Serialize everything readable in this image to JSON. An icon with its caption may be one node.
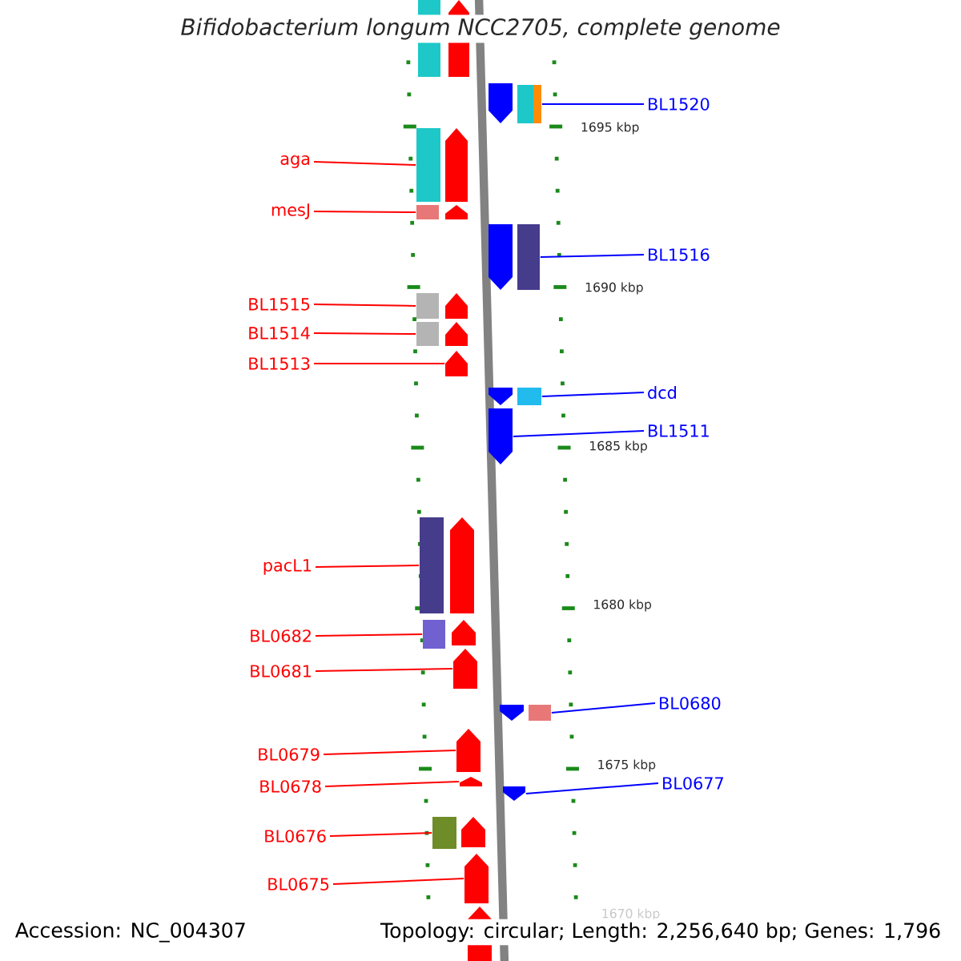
{
  "diagram": {
    "title": "*Bifidobacterium longum* NCC2705, complete genome",
    "nodes": [
      {
        "text": [
          "BL1520"
        ]
      },
      {
        "text": [],
        "shape": "bar"
      },
      {
        "text": [
          "aga"
        ]
      },
      {
        "text": [],
        "shape": "bar"
      },
      {
        "text": [
          "mesJ"
        ]
      },
      {
        "text": [],
        "shape": "bar"
      },
      {
        "text": [
          "BL1516"
        ]
      },
      {
        "text": [],
        "shape": "bar"
      },
      {
        "text": [
          "BL1515"
        ]
      },
      {
        "text": [],
        "shape": "bar"
      },
      {
        "text": [
          "BL1514"
        ]
      },
      {
        "text": [],
        "shape": "bar"
      },
      {
        "text": [
          "BL1513"
        ]
      },
      {
        "text": [],
        "shape": "arrow"
      },
      {
        "text": [
          "dcd"
        ]
      },
      {
        "text": [],
        "shape": "bar"
      },
      {
        "text": [
          "BL1511"
        ]
      },
      {
        "text": [],
        "shape": "arrow"
      },
      {
        "text": [
          "pacL1"
        ]
      },
      {
        "text": [],
        "shape": "bar"
      },
      {
        "text": [
          "BL0682"
        ]
      },
      {
        "text": [],
        "shape": "bar"
      },
      {
        "text": [
          "BL0681"
        ]
      },
      {
        "text": [],
        "shape": "arrow"
      },
      {
        "text": [
          "BL0680"
        ]
      },
      {
        "text": [],
        "shape": "bar"
      },
      {
        "text": [
          "BL0679"
        ]
      },
      {
        "text": [],
        "shape": "arrow"
      },
      {
        "text": [
          "BL0678"
        ]
      },
      {
        "text": [],
        "shape": "arrow"
      },
      {
        "text": [
          "BL0677"
        ]
      },
      {
        "text": [],
        "shape": "arrow"
      },
      {
        "text": [
          "BL0676"
        ]
      },
      {
        "text": [],
        "shape": "bar"
      },
      {
        "text": [
          "BL0675"
        ]
      },
      {
        "text": [],
        "shape": "arrow"
      }
    ],
    "edges": [
      {
        "from": 0,
        "to": 1,
        "arrow": "none",
        "color": "#0000ff"
      },
      {
        "from": 2,
        "to": 3,
        "arrow": "none"
      },
      {
        "from": 4,
        "to": 5,
        "arrow": "none"
      },
      {
        "from": 6,
        "to": 7,
        "arrow": "none",
        "color": "#0000ff"
      },
      {
        "from": 8,
        "to": 9,
        "arrow": "none"
      },
      {
        "from": 10,
        "to": 11,
        "arrow": "none"
      },
      {
        "from": 12,
        "to": 13,
        "arrow": "none"
      },
      {
        "from": 14,
        "to": 15,
        "arrow": "none",
        "color": "#0000ff"
      },
      {
        "from": 16,
        "to": 17,
        "arrow": "none",
        "color": "#0000ff"
      },
      {
        "from": 18,
        "to": 19,
        "arrow": "none"
      },
      {
        "from": 20,
        "to": 21,
        "arrow": "none"
      },
      {
        "from": 22,
        "to": 23,
        "arrow": "none"
      },
      {
        "from": 24,
        "to": 25,
        "arrow": "none",
        "color": "#0000ff"
      },
      {
        "from": 26,
        "to": 27,
        "arrow": "none"
      },
      {
        "from": 28,
        "to": 29,
        "arrow": "none"
      },
      {
        "from": 30,
        "to": 31,
        "arrow": "none",
        "color": "#0000ff"
      },
      {
        "from": 32,
        "to": 33,
        "arrow": "none"
      },
      {
        "from": 34,
        "to": 35,
        "arrow": "none"
      }
    ],
    "labels": [
      "1695 kbp",
      "1690 kbp",
      "1685 kbp",
      "1680 kbp",
      "1675 kbp",
      "1670 kbp",
      "Accession: NC_004307",
      "Topology: circular; Length: 2,256,640 bp; Genes: 1,796"
    ]
  }
}
